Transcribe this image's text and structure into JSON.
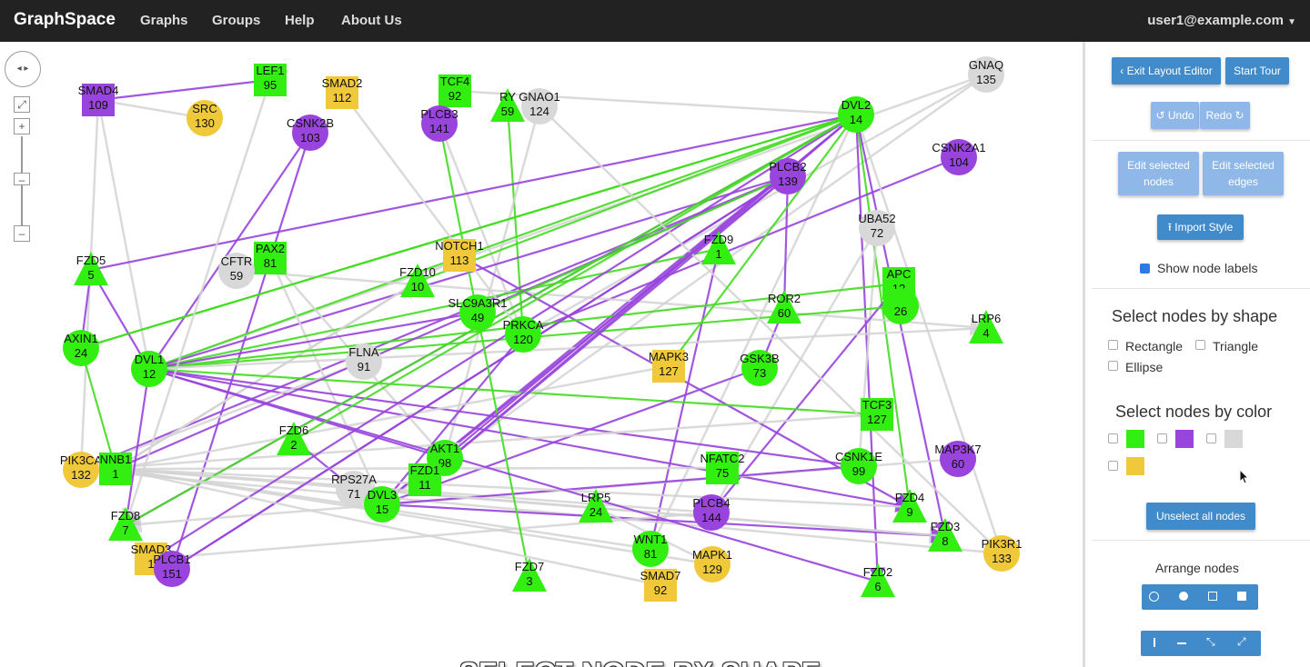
{
  "nav": {
    "brand": "GraphSpace",
    "links": [
      "Graphs",
      "Groups",
      "Help",
      "About Us"
    ],
    "user": "user1@example.com"
  },
  "sidebar": {
    "exit_layout_editor": "Exit Layout Editor",
    "start_tour": "Start Tour",
    "undo": "Undo",
    "redo": "Redo",
    "edit_selected_nodes": "Edit selected nodes",
    "edit_selected_edges": "Edit selected edges",
    "import_style": "Import Style",
    "show_node_labels": "Show node labels",
    "select_by_shape_heading": "Select nodes by shape",
    "shapes": [
      "Rectangle",
      "Triangle",
      "Ellipse"
    ],
    "select_by_color_heading": "Select nodes by color",
    "colors": [
      "#33ee11",
      "#9944dd",
      "#d8d8d8",
      "#f0c93a"
    ],
    "unselect_all": "Unselect all nodes",
    "arrange_nodes": "Arrange nodes"
  },
  "caption": "SELECT NODE BY SHAPE",
  "graph": {
    "nodes": [
      {
        "id": "SMAD4",
        "num": "109",
        "shape": "rect",
        "color": "purple"
      },
      {
        "id": "LEF1",
        "num": "95",
        "shape": "rect",
        "color": "green"
      },
      {
        "id": "SMAD2",
        "num": "112",
        "shape": "rect",
        "color": "yellow"
      },
      {
        "id": "TCF4",
        "num": "92",
        "shape": "rect",
        "color": "green"
      },
      {
        "id": "SRC",
        "num": "130",
        "shape": "ellipse",
        "color": "yellow"
      },
      {
        "id": "CSNK2B",
        "num": "103",
        "shape": "ellipse",
        "color": "purple"
      },
      {
        "id": "PLCB3",
        "num": "141",
        "shape": "ellipse",
        "color": "purple"
      },
      {
        "id": "RY",
        "num": "59",
        "shape": "triangle",
        "color": "green"
      },
      {
        "id": "GNAO1",
        "num": "124",
        "shape": "ellipse",
        "color": "gray"
      },
      {
        "id": "GNAQ",
        "num": "135",
        "shape": "ellipse",
        "color": "gray"
      },
      {
        "id": "DVL2",
        "num": "14",
        "shape": "ellipse",
        "color": "green"
      },
      {
        "id": "CSNK2A1",
        "num": "104",
        "shape": "ellipse",
        "color": "purple"
      },
      {
        "id": "PLCB2",
        "num": "139",
        "shape": "ellipse",
        "color": "purple"
      },
      {
        "id": "UBA52",
        "num": "72",
        "shape": "ellipse",
        "color": "gray"
      },
      {
        "id": "FZD5",
        "num": "5",
        "shape": "triangle",
        "color": "green"
      },
      {
        "id": "PAX2",
        "num": "81",
        "shape": "rect",
        "color": "green"
      },
      {
        "id": "CFTR",
        "num": "59",
        "shape": "ellipse",
        "color": "gray"
      },
      {
        "id": "NOTCH1",
        "num": "113",
        "shape": "rect",
        "color": "yellow"
      },
      {
        "id": "FZD9",
        "num": "1",
        "shape": "triangle",
        "color": "green"
      },
      {
        "id": "FZD10",
        "num": "10",
        "shape": "triangle",
        "color": "green"
      },
      {
        "id": "APC",
        "num": "12",
        "shape": "rect",
        "color": "green"
      },
      {
        "id": "",
        "num": "26",
        "shape": "ellipse",
        "color": "green"
      },
      {
        "id": "SLC9A3R1",
        "num": "49",
        "shape": "ellipse",
        "color": "green"
      },
      {
        "id": "ROR2",
        "num": "60",
        "shape": "triangle",
        "color": "green"
      },
      {
        "id": "LRP6",
        "num": "4",
        "shape": "triangle",
        "color": "green"
      },
      {
        "id": "AXIN1",
        "num": "24",
        "shape": "ellipse",
        "color": "green"
      },
      {
        "id": "PRKCA",
        "num": "120",
        "shape": "ellipse",
        "color": "green"
      },
      {
        "id": "DVL1",
        "num": "12",
        "shape": "ellipse",
        "color": "green"
      },
      {
        "id": "FLNA",
        "num": "91",
        "shape": "ellipse",
        "color": "gray"
      },
      {
        "id": "MAPK3",
        "num": "127",
        "shape": "rect",
        "color": "yellow"
      },
      {
        "id": "GSK3B",
        "num": "73",
        "shape": "ellipse",
        "color": "green"
      },
      {
        "id": "TCF3",
        "num": "127",
        "shape": "rect",
        "color": "green"
      },
      {
        "id": "FZD6",
        "num": "2",
        "shape": "triangle",
        "color": "green"
      },
      {
        "id": "AKT1",
        "num": "98",
        "shape": "ellipse",
        "color": "green"
      },
      {
        "id": "MAP3K7",
        "num": "60",
        "shape": "ellipse",
        "color": "purple"
      },
      {
        "id": "PIK3CA",
        "num": "132",
        "shape": "ellipse",
        "color": "yellow"
      },
      {
        "id": "NNB1",
        "num": "1",
        "shape": "rect",
        "color": "green"
      },
      {
        "id": "NFATC2",
        "num": "75",
        "shape": "rect",
        "color": "green"
      },
      {
        "id": "CSNK1E",
        "num": "99",
        "shape": "ellipse",
        "color": "green"
      },
      {
        "id": "RPS27A",
        "num": "71",
        "shape": "ellipse",
        "color": "gray"
      },
      {
        "id": "FZD1",
        "num": "11",
        "shape": "rect",
        "color": "green"
      },
      {
        "id": "DVL3",
        "num": "15",
        "shape": "ellipse",
        "color": "green"
      },
      {
        "id": "LRP5",
        "num": "24",
        "shape": "triangle",
        "color": "green"
      },
      {
        "id": "FZD4",
        "num": "9",
        "shape": "triangle",
        "color": "green"
      },
      {
        "id": "PLCB4",
        "num": "144",
        "shape": "ellipse",
        "color": "purple"
      },
      {
        "id": "FZD8",
        "num": "7",
        "shape": "triangle",
        "color": "green"
      },
      {
        "id": "FZD3",
        "num": "8",
        "shape": "triangle",
        "color": "green"
      },
      {
        "id": "PIK3R1",
        "num": "133",
        "shape": "ellipse",
        "color": "yellow"
      },
      {
        "id": "WNT1",
        "num": "81",
        "shape": "ellipse",
        "color": "green"
      },
      {
        "id": "MAPK1",
        "num": "129",
        "shape": "ellipse",
        "color": "yellow"
      },
      {
        "id": "SMAD3",
        "num": "1",
        "shape": "rect",
        "color": "yellow"
      },
      {
        "id": "PLCB1",
        "num": "151",
        "shape": "ellipse",
        "color": "purple"
      },
      {
        "id": "FZD7",
        "num": "3",
        "shape": "triangle",
        "color": "green"
      },
      {
        "id": "SMAD7",
        "num": "92",
        "shape": "rect",
        "color": "yellow"
      },
      {
        "id": "FZD2",
        "num": "6",
        "shape": "triangle",
        "color": "green"
      }
    ]
  }
}
